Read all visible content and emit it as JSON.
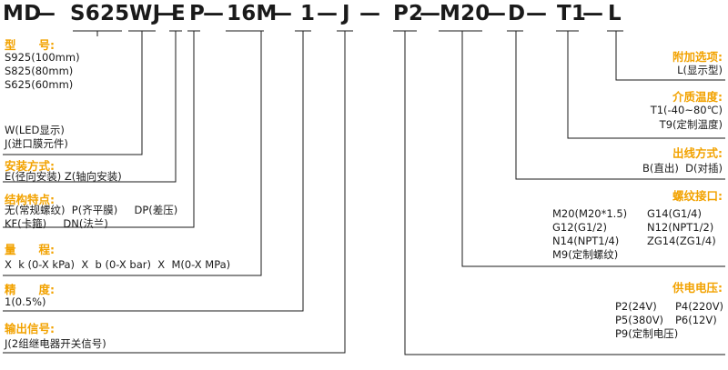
{
  "code": {
    "prefix": "MD",
    "segments": [
      "S625",
      "WJ",
      "E",
      "P",
      "16M",
      "1",
      "J",
      "P2",
      "M20",
      "D",
      "T1",
      "L"
    ]
  },
  "left": {
    "model": {
      "title": "型　　号:",
      "items": [
        "S925(100mm)",
        "S825(80mm)",
        "S625(60mm)"
      ]
    },
    "wj": {
      "items": [
        "W(LED显示)",
        "J(进口膜元件)"
      ]
    },
    "install": {
      "title": "安装方式:",
      "text": "E(径向安装)  Z(轴向安装)"
    },
    "structure": {
      "title": "结构特点:",
      "line1": "无(常规螺纹)  P(齐平膜)     DP(差压)",
      "line2": "KF(卡箍)     DN(法兰)"
    },
    "range": {
      "title": "量　　程:",
      "text": "X  k (0-X kPa)  X  b (0-X bar)  X  M(0-X MPa)"
    },
    "accuracy": {
      "title": "精　　度:",
      "text": "1(0.5%)"
    },
    "output": {
      "title": "输出信号:",
      "text": "J(2组继电器开关信号)"
    }
  },
  "right": {
    "options": {
      "title": "附加选项:",
      "text": "L(显示型)"
    },
    "temp": {
      "title": "介质温度:",
      "items": [
        "T1(-40~80℃)",
        "T9(定制温度)"
      ]
    },
    "outlet": {
      "title": "出线方式:",
      "text": "B(直出)  D(对插)"
    },
    "thread": {
      "title": "螺纹接口:",
      "rows": [
        [
          "M20(M20*1.5)",
          "G14(G1/4)"
        ],
        [
          "G12(G1/2)",
          "N12(NPT1/2)"
        ],
        [
          "N14(NPT1/4)",
          "ZG14(ZG1/4)"
        ],
        [
          "M9(定制螺纹)",
          ""
        ]
      ]
    },
    "power": {
      "title": "供电电压:",
      "rows": [
        [
          "P2(24V)",
          "P4(220V)"
        ],
        [
          "P5(380V)",
          "P6(12V)"
        ],
        [
          "P9(定制电压)",
          ""
        ]
      ]
    }
  }
}
